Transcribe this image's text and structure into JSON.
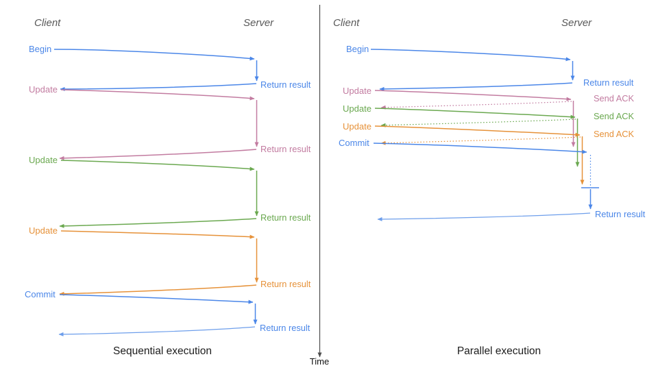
{
  "palette": {
    "blue": "#4a86e8",
    "light_blue": "#6d9eeb",
    "pink": "#c27ba0",
    "green": "#6aa84f",
    "orange": "#e69138",
    "header_gray": "#595959",
    "text_black": "#1c1c1c"
  },
  "time_axis": {
    "label": "Time"
  },
  "sequential": {
    "title": "Sequential execution",
    "client_header": "Client",
    "server_header": "Server",
    "messages": [
      {
        "label": "Begin",
        "color": "blue",
        "response": "Return result"
      },
      {
        "label": "Update",
        "color": "pink",
        "response": "Return result"
      },
      {
        "label": "Update",
        "color": "green",
        "response": "Return result"
      },
      {
        "label": "Update",
        "color": "orange",
        "response": "Return result"
      },
      {
        "label": "Commit",
        "color": "blue",
        "response": "Return result"
      }
    ]
  },
  "parallel": {
    "title": "Parallel execution",
    "client_header": "Client",
    "server_header": "Server",
    "messages": [
      {
        "label": "Begin",
        "color": "blue",
        "response": "Return result"
      },
      {
        "label": "Update",
        "color": "pink",
        "response": "Send ACK"
      },
      {
        "label": "Update",
        "color": "green",
        "response": "Send ACK"
      },
      {
        "label": "Update",
        "color": "orange",
        "response": "Send ACK"
      },
      {
        "label": "Commit",
        "color": "blue",
        "response": "Return result"
      }
    ]
  }
}
